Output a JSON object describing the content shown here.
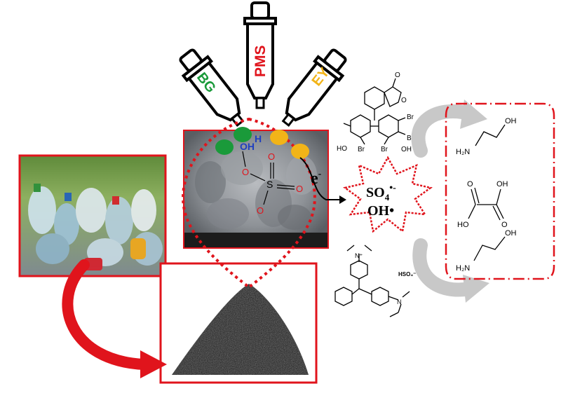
{
  "droppers": {
    "bg": {
      "label": "BG",
      "color": "#1a9a3a"
    },
    "pms": {
      "label": "PMS",
      "color": "#e0141c"
    },
    "ey": {
      "label": "EY",
      "color": "#f2b418"
    }
  },
  "catalyst": {
    "oh_label": "OH",
    "h_label": "H",
    "electron": "e",
    "electron_sup": "-",
    "oxygen": "O",
    "sulfur": "S"
  },
  "radicals": {
    "so4": "SO",
    "so4_sub": "4",
    "so4_sup": "•-",
    "oh": "OH•"
  },
  "chem_labels": {
    "br1": "Br",
    "br2": "Br",
    "br3": "Br",
    "br4": "Br",
    "ho_left": "HO",
    "oh_right": "OH",
    "o_ring": "O",
    "o_top": "O",
    "crystal_n_plus": "N⁺",
    "crystal_n": "N",
    "hso4": "HSO₄⁻"
  },
  "products": {
    "oh_top": "OH",
    "h2n_top": "H₂N",
    "o_ox1": "O",
    "o_ox2": "O",
    "oh_ox1": "HO",
    "oh_ox2": "OH",
    "oh_bottom": "OH",
    "h2n_bottom": "H₂N"
  },
  "colors": {
    "accent_red": "#e0141c",
    "green": "#1a9a3a",
    "yellow": "#f2b418",
    "arrow_grey": "#c8c8c8"
  }
}
